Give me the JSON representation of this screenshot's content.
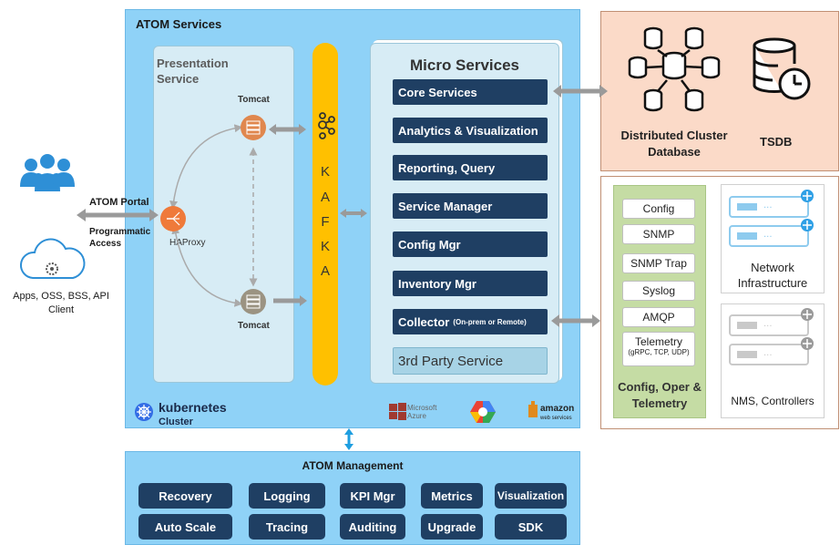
{
  "atom": {
    "title": "ATOM Services",
    "presentation": {
      "title": "Presentation Service",
      "tomcat_top": "Tomcat",
      "tomcat_bottom": "Tomcat",
      "haproxy": "HAProxy"
    },
    "kafka_letters": [
      "K",
      "A",
      "F",
      "K",
      "A"
    ],
    "micro_services": {
      "title": "Micro Services",
      "items": [
        "Core Services",
        "Analytics & Visualization",
        "Reporting, Query",
        "Service Manager",
        "Config Mgr",
        "Inventory Mgr",
        "Collector",
        "3rd Party Service"
      ],
      "collector_note": "(On-prem or Remote)"
    },
    "kubernetes": "kubernetes",
    "cluster": "Cluster",
    "cloud_logos": {
      "azure_line1": "Microsoft",
      "azure_line2": "Azure",
      "amazon_line1": "amazon",
      "amazon_line2": "web services"
    }
  },
  "management": {
    "title": "ATOM Management",
    "row1": [
      "Recovery",
      "Logging",
      "KPI Mgr",
      "Metrics",
      "Visualization"
    ],
    "row2": [
      "Auto Scale",
      "Tracing",
      "Auditing",
      "Upgrade",
      "SDK"
    ]
  },
  "database": {
    "distributed": "Distributed Cluster Database",
    "tsdb": "TSDB"
  },
  "telemetry": {
    "items": [
      "Config",
      "SNMP",
      "SNMP Trap",
      "Syslog",
      "AMQP"
    ],
    "telemetry_label": "Telemetry",
    "telemetry_sub": "(gRPC, TCP, UDP)",
    "title": "Config, Oper & Telemetry"
  },
  "devices": {
    "network": "Network Infrastructure",
    "nms": "NMS, Controllers"
  },
  "clients": {
    "portal": "ATOM Portal",
    "programmatic": "Programmatic Access",
    "apps": "Apps, OSS, BSS, API Client"
  },
  "colors": {
    "atom_bg": "#8fd2f7",
    "service_button": "#1f3f63",
    "kafka": "#ffc000",
    "tomcat": "#e0874e",
    "haproxy": "#ef7a3a",
    "users": "#2e8fd6",
    "db_panel": "#fbdac8",
    "telemetry_panel": "#c5dca4",
    "arrow": "#9a9a9a"
  }
}
